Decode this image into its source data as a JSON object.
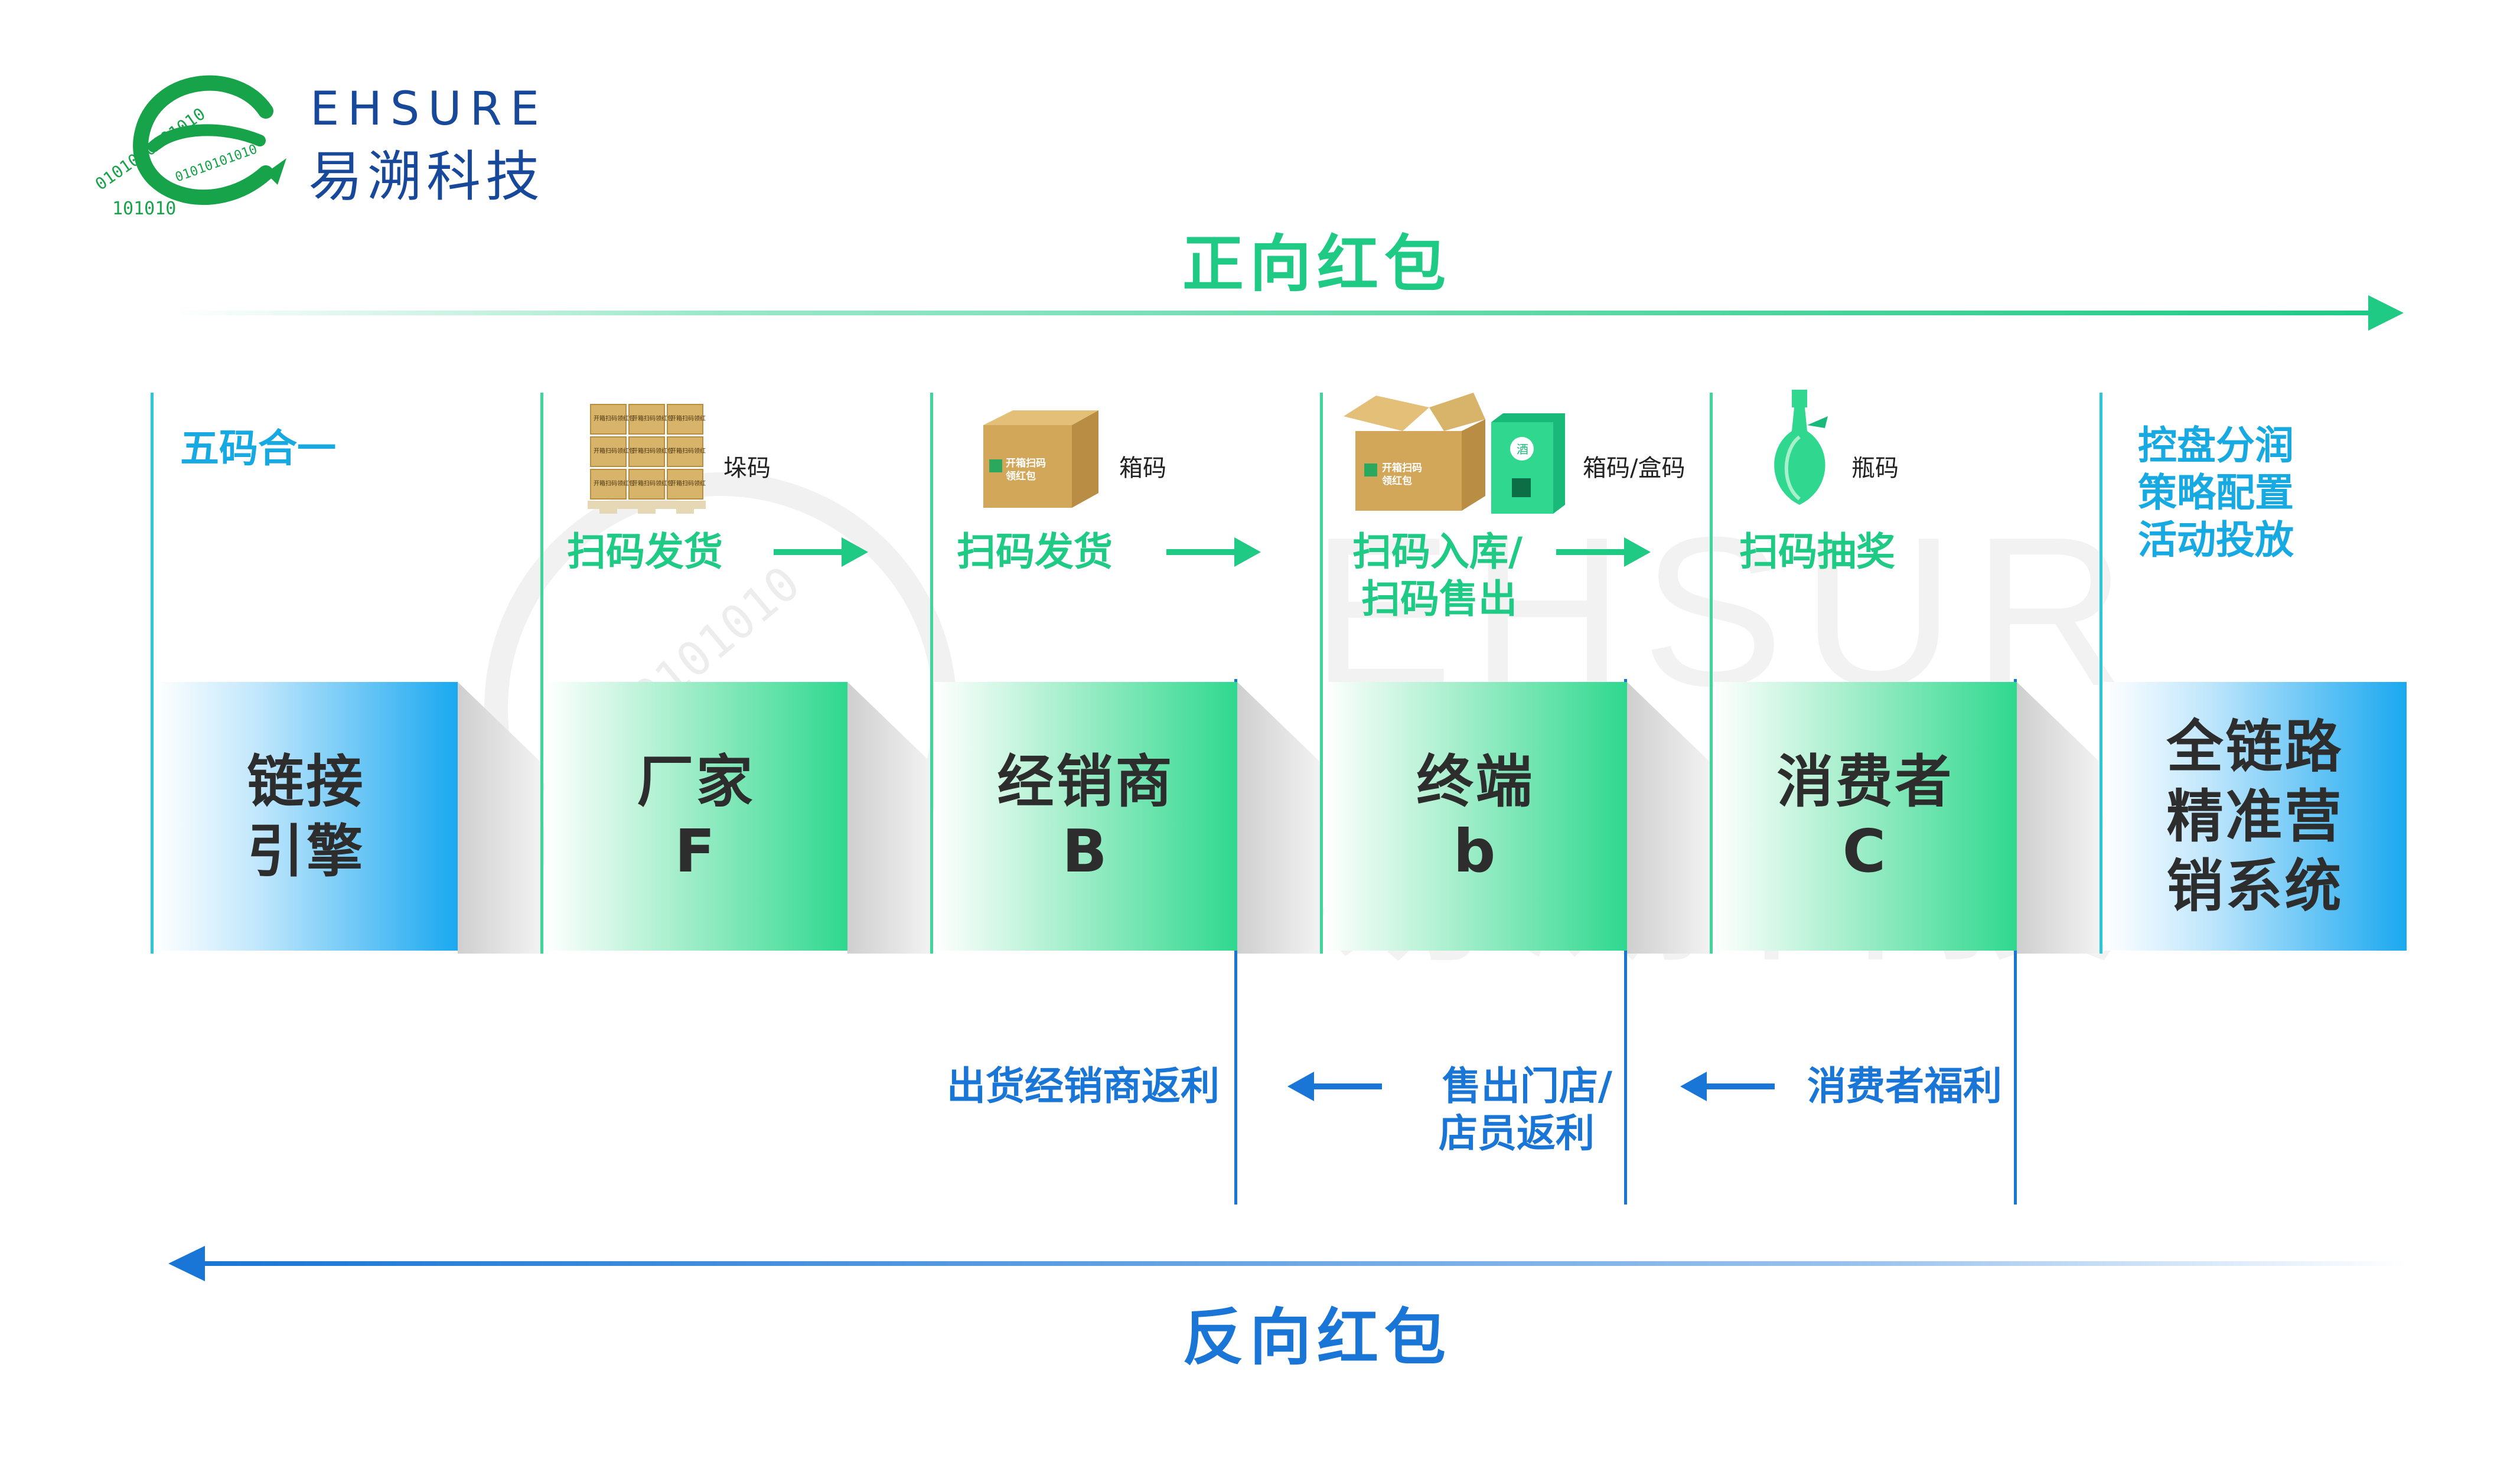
{
  "brand": {
    "name_en": "EHSURE",
    "name_cn": "易溯科技",
    "logo_digits_outer": "0101010101010",
    "logo_digits_inner": "01010101010",
    "logo_digits_bottom": "101010"
  },
  "forward": {
    "title": "正向红包"
  },
  "reverse": {
    "title": "反向红包"
  },
  "stages": [
    {
      "name_lines": [
        "链接",
        "引擎"
      ],
      "code": "",
      "style": "blue"
    },
    {
      "name_lines": [
        "厂家"
      ],
      "code": "F",
      "style": "green"
    },
    {
      "name_lines": [
        "经销商"
      ],
      "code": "B",
      "style": "green"
    },
    {
      "name_lines": [
        "终端"
      ],
      "code": "b",
      "style": "green"
    },
    {
      "name_lines": [
        "消费者"
      ],
      "code": "C",
      "style": "green"
    },
    {
      "name_lines": [
        "全链路",
        "精准营",
        "销系统"
      ],
      "code": "",
      "style": "blue"
    }
  ],
  "top_notes": {
    "col1": "五码合一",
    "col2": {
      "code_label": "垛码",
      "action": "扫码发货",
      "pallet_box_text": "开箱扫码领红包"
    },
    "col3": {
      "code_label": "箱码",
      "action": "扫码发货",
      "box_text_1": "开箱扫码",
      "box_text_2": "领红包"
    },
    "col4": {
      "code_label": "箱码/盒码",
      "action_lines": [
        "扫码入库/",
        "扫码售出"
      ],
      "box_text_1": "开箱扫码",
      "box_text_2": "领红包",
      "small_box_text": "酒"
    },
    "col5": {
      "code_label": "瓶码",
      "action": "扫码抽奖"
    },
    "col6": {
      "lines": [
        "控盘分润",
        "策略配置",
        "活动投放"
      ]
    }
  },
  "reverse_notes": [
    {
      "text_lines": [
        "出货经销商返利"
      ]
    },
    {
      "text_lines": [
        "售出门店/",
        "店员返利"
      ]
    },
    {
      "text_lines": [
        "消费者福利"
      ]
    }
  ],
  "watermark": {
    "text_en": "EHSURE",
    "text_cn": "易溯科技",
    "digits": "0101010101010"
  },
  "colors": {
    "green": "#1fca85",
    "blue": "#1a76d6",
    "cyan": "#16a9e2",
    "brand_blue": "#17489a",
    "box_kraft": "#d2a75a"
  }
}
